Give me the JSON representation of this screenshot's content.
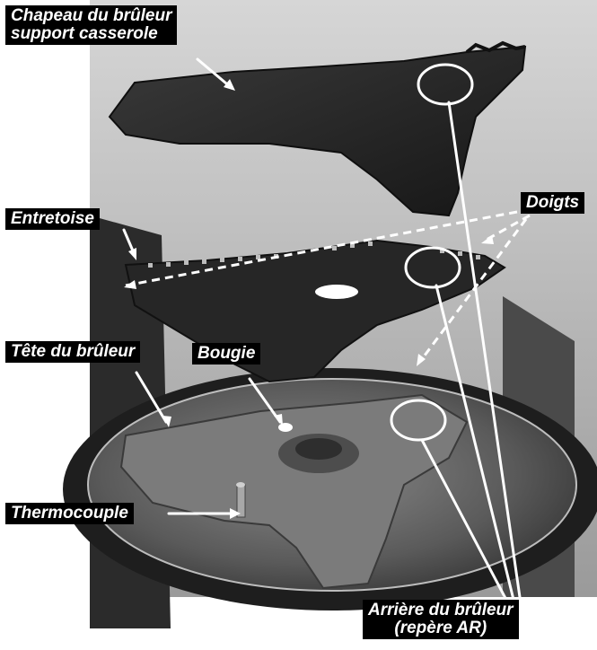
{
  "labels": {
    "chapeau": [
      "Chapeau du brûleur",
      "support casserole"
    ],
    "doigts": "Doigts",
    "entretoise": "Entretoise",
    "tete": "Tête du brûleur",
    "bougie": "Bougie",
    "thermocouple": "Thermocouple",
    "arriere": [
      "Arrière du brûleur",
      "(repère AR)"
    ]
  },
  "colors": {
    "label_bg": "#000000",
    "label_text": "#ffffff",
    "callout": "#ffffff",
    "photo_bg": "#b9b9b9",
    "metal_dark": "#262626",
    "metal_mid": "#6f6f6f"
  }
}
